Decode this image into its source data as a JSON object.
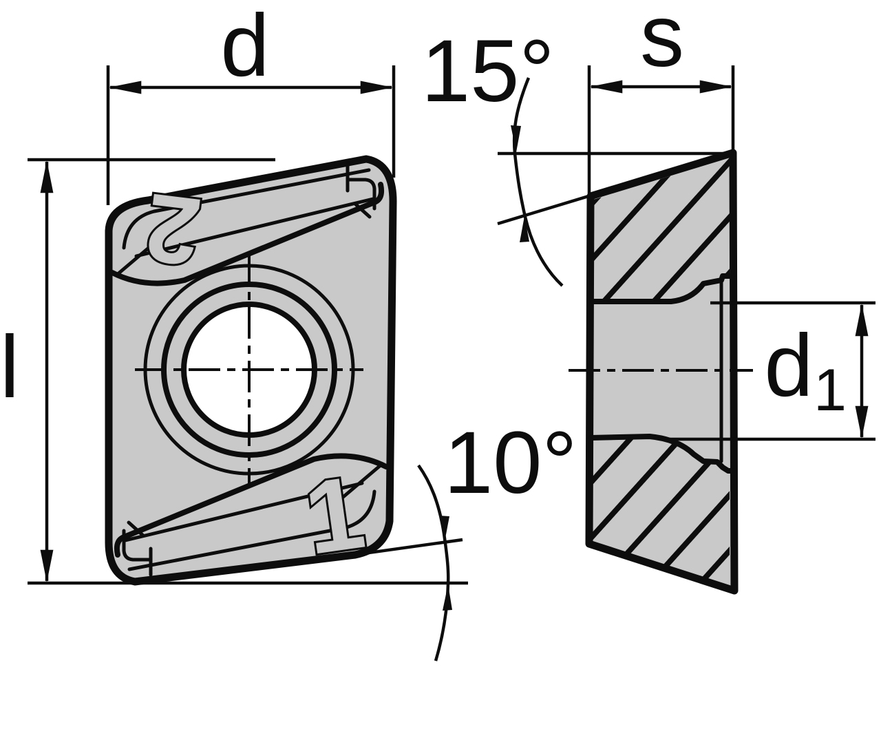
{
  "drawing": {
    "type": "engineering-drawing",
    "subject": "indexable milling insert, front view and side section view",
    "labels": {
      "width": "d",
      "length": "l",
      "thickness": "s",
      "hole_dia_main": "d",
      "hole_dia_sub": "1",
      "angle_top": "15°",
      "angle_bottom": "10°"
    },
    "markings": {
      "top_pocket": "2",
      "bottom_pocket": "1"
    },
    "colors": {
      "line": "#0d0d0d",
      "body_fill": "#c9c9c9",
      "background": "#ffffff"
    }
  }
}
